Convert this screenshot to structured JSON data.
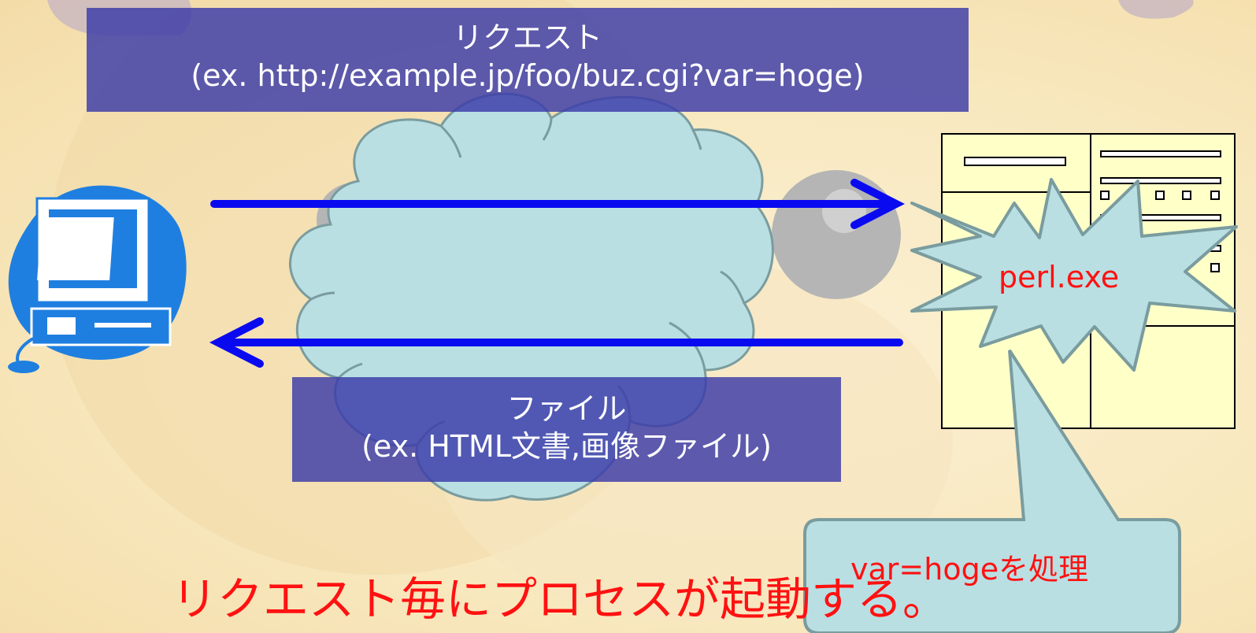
{
  "request": {
    "title": "リクエスト",
    "example": "(ex. http://example.jp/foo/buz.cgi?var=hoge)"
  },
  "response": {
    "title": "ファイル",
    "example": "(ex. HTML文書,画像ファイル)"
  },
  "server": {
    "process_name": "perl.exe",
    "callout_text": "var=hogeを処理"
  },
  "caption": "リクエスト毎にプロセスが起動する。",
  "icons": {
    "client": "desktop-computer-icon",
    "network": "cloud-icon",
    "server": "server-document-icon"
  },
  "colors": {
    "arrow": "#0a0af0",
    "label_box": "#3a3aa8",
    "cloud": "#b9dfe3",
    "burst": "#b9dfe3",
    "server_doc": "#ffffc8",
    "accent_text": "#ff1111",
    "computer": "#1f7fe0"
  }
}
